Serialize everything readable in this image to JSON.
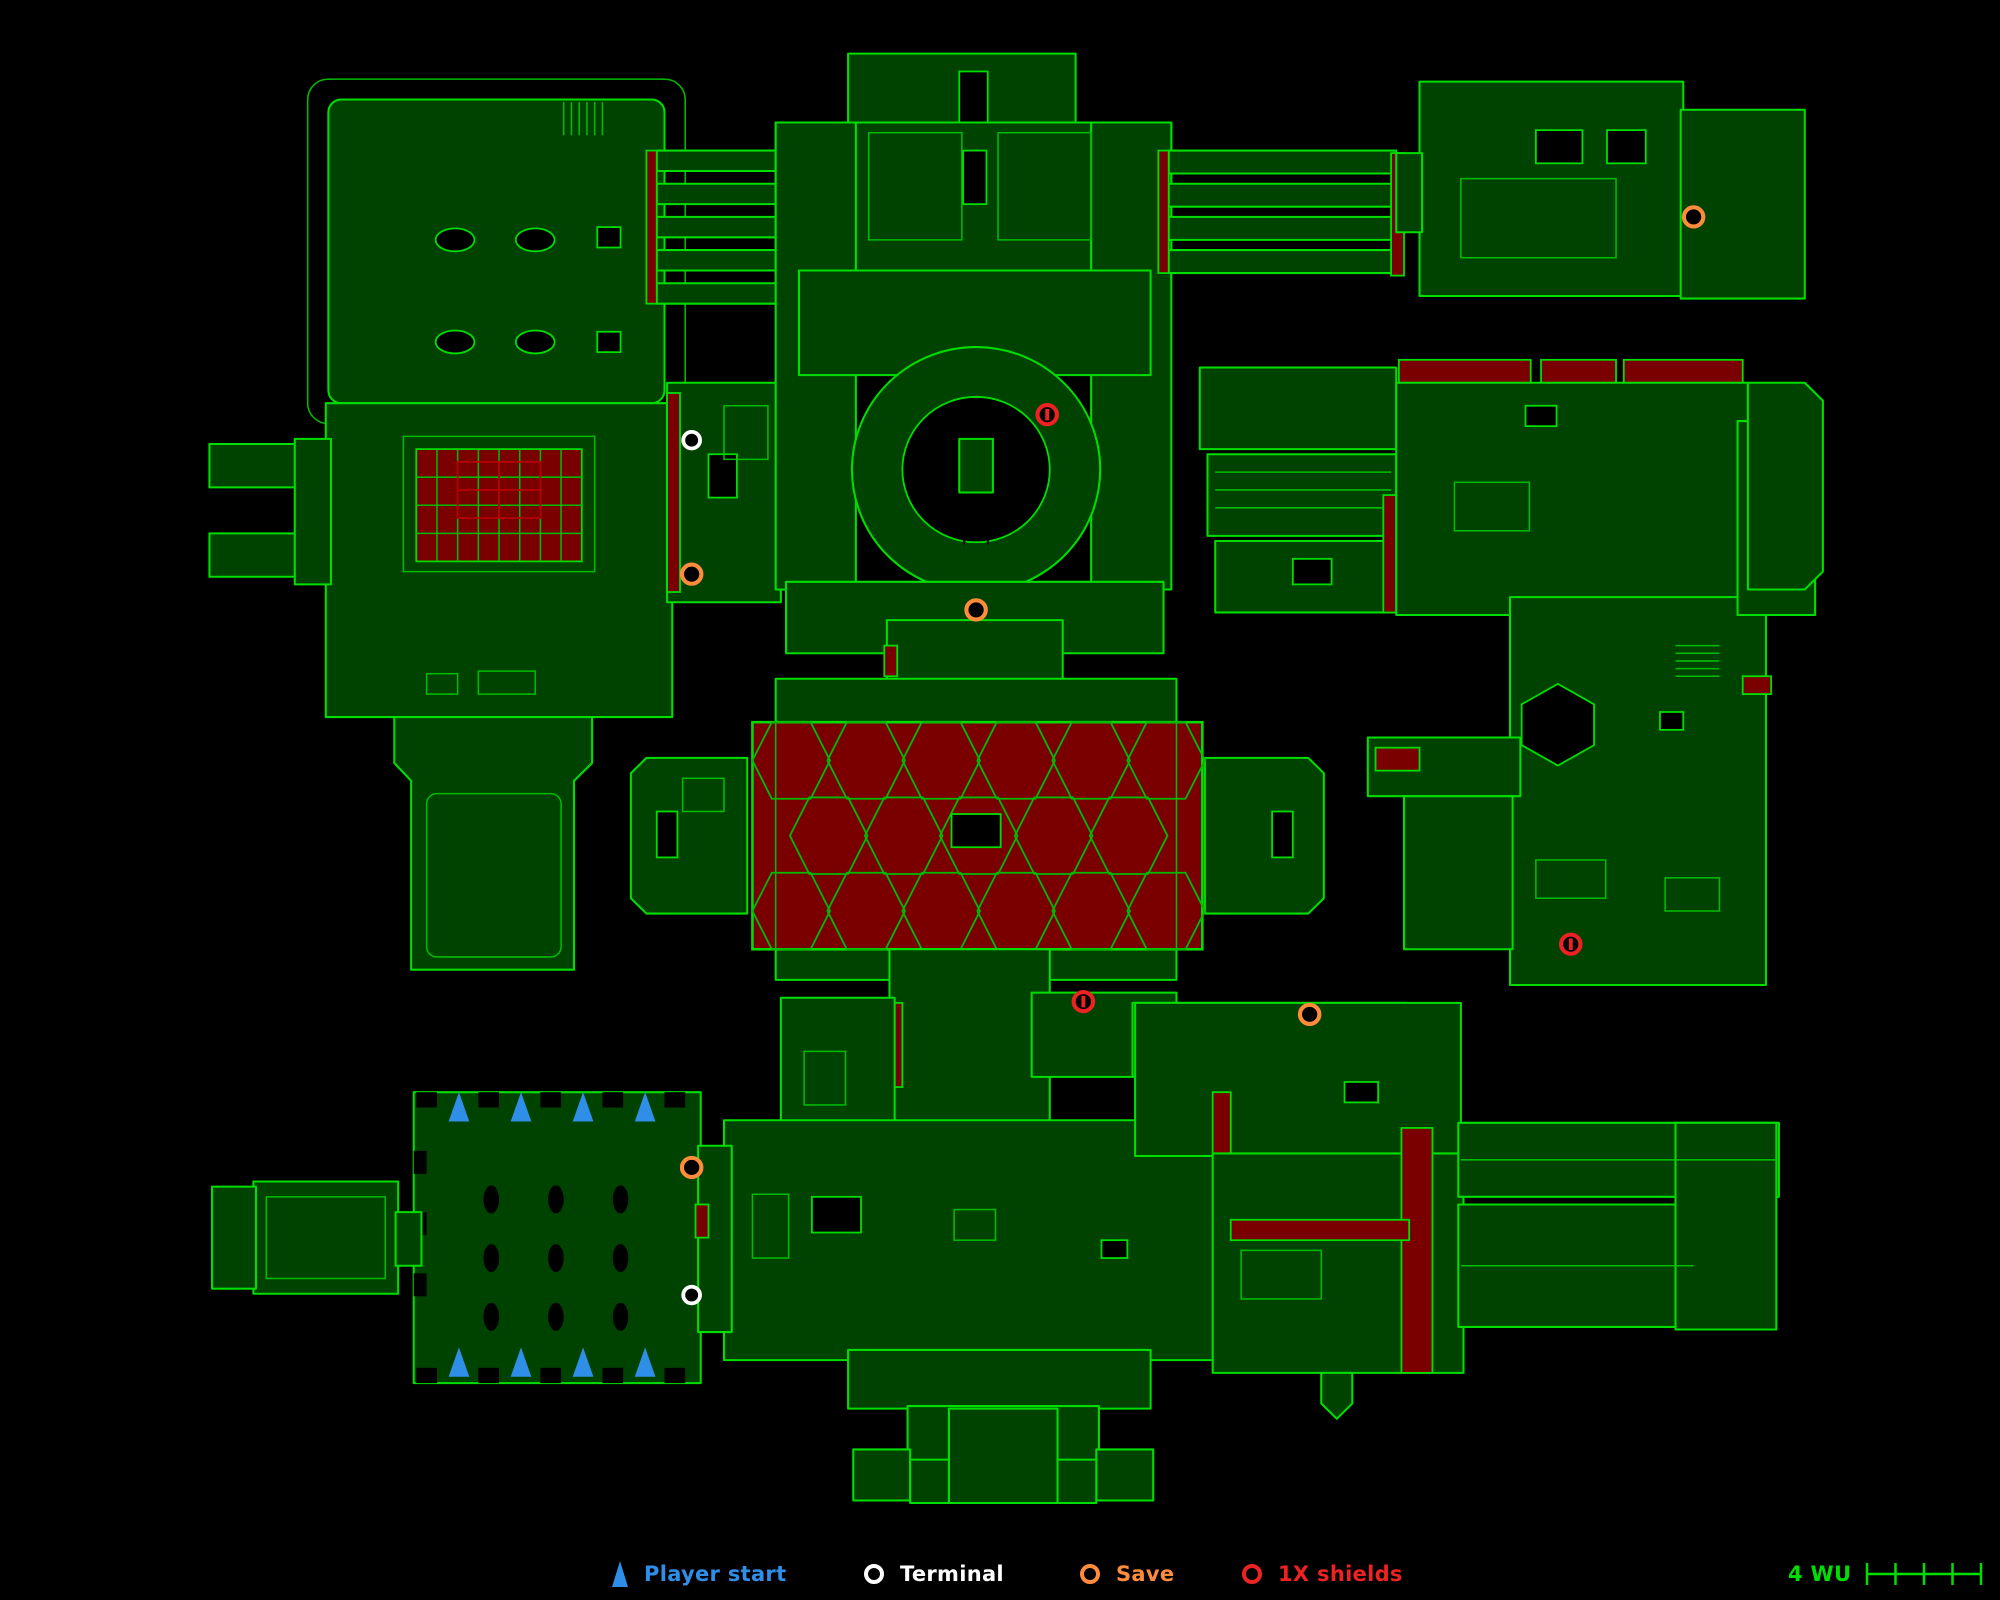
{
  "legend": {
    "player_start": {
      "label": "Player start",
      "color": "#2f8fe8"
    },
    "terminal": {
      "label": "Terminal",
      "color": "#ffffff"
    },
    "save": {
      "label": "Save",
      "color": "#ff8c3a"
    },
    "shields": {
      "label": "1X shields",
      "color": "#ee2222"
    },
    "scale": {
      "label": "4 WU",
      "color": "#00dd00",
      "units": 4
    }
  },
  "map": {
    "background": "#000000",
    "wall_color": "#00dd00",
    "floor_color": "#004200",
    "hazard_color": "#7a0000",
    "marker_colors": {
      "player_start": "#2f8fe8",
      "terminal": "#ffffff",
      "save": "#ff8c3a",
      "shields": "#ee2222"
    },
    "markers": {
      "player_starts": [
        [
          355,
          868
        ],
        [
          403,
          868
        ],
        [
          451,
          868
        ],
        [
          499,
          868
        ],
        [
          355,
          1068
        ],
        [
          403,
          1068
        ],
        [
          451,
          1068
        ],
        [
          499,
          1068
        ]
      ],
      "terminals": [
        [
          535,
          345
        ],
        [
          535,
          1015
        ]
      ],
      "saves": [
        [
          535,
          450
        ],
        [
          755,
          478
        ],
        [
          1310,
          170
        ],
        [
          1013,
          795
        ],
        [
          535,
          915
        ]
      ],
      "shields": [
        [
          810,
          325
        ],
        [
          1215,
          740
        ],
        [
          838,
          785
        ]
      ]
    }
  }
}
